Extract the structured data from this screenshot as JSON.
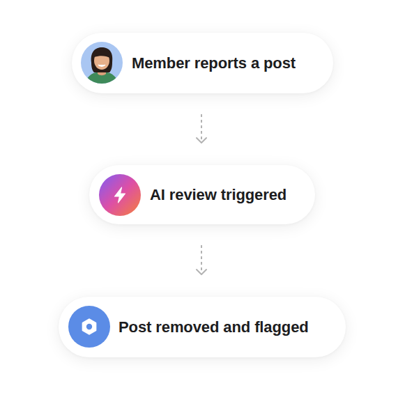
{
  "diagram": {
    "nodes": [
      {
        "text": [
          "Member reports a post"
        ]
      },
      {
        "text": [
          "AI review triggered"
        ]
      },
      {
        "text": [
          "Post removed and flagged"
        ]
      }
    ],
    "edges": [
      {
        "from": 0,
        "to": 1,
        "arrow": "to"
      },
      {
        "from": 1,
        "to": 2,
        "arrow": "to"
      }
    ]
  }
}
